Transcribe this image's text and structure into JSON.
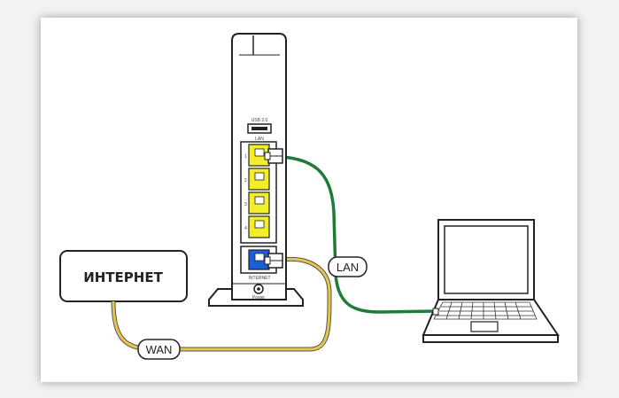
{
  "internet_box": {
    "label": "ИНТЕРНЕТ"
  },
  "cables": {
    "wan_label": "WAN",
    "lan_label": "LAN",
    "wan_color": "#e8c44a",
    "lan_color": "#1f7a3a"
  },
  "router": {
    "usb_label": "USB 2.0",
    "lan_ports_label": "LAN",
    "port_numbers": [
      "1",
      "2",
      "3",
      "4"
    ],
    "internet_port_label": "INTERNET",
    "power_label": "Power",
    "lan_port_color": "#f2ee2a",
    "wan_port_color": "#1b5fd6"
  },
  "devices": [
    "router",
    "laptop"
  ]
}
